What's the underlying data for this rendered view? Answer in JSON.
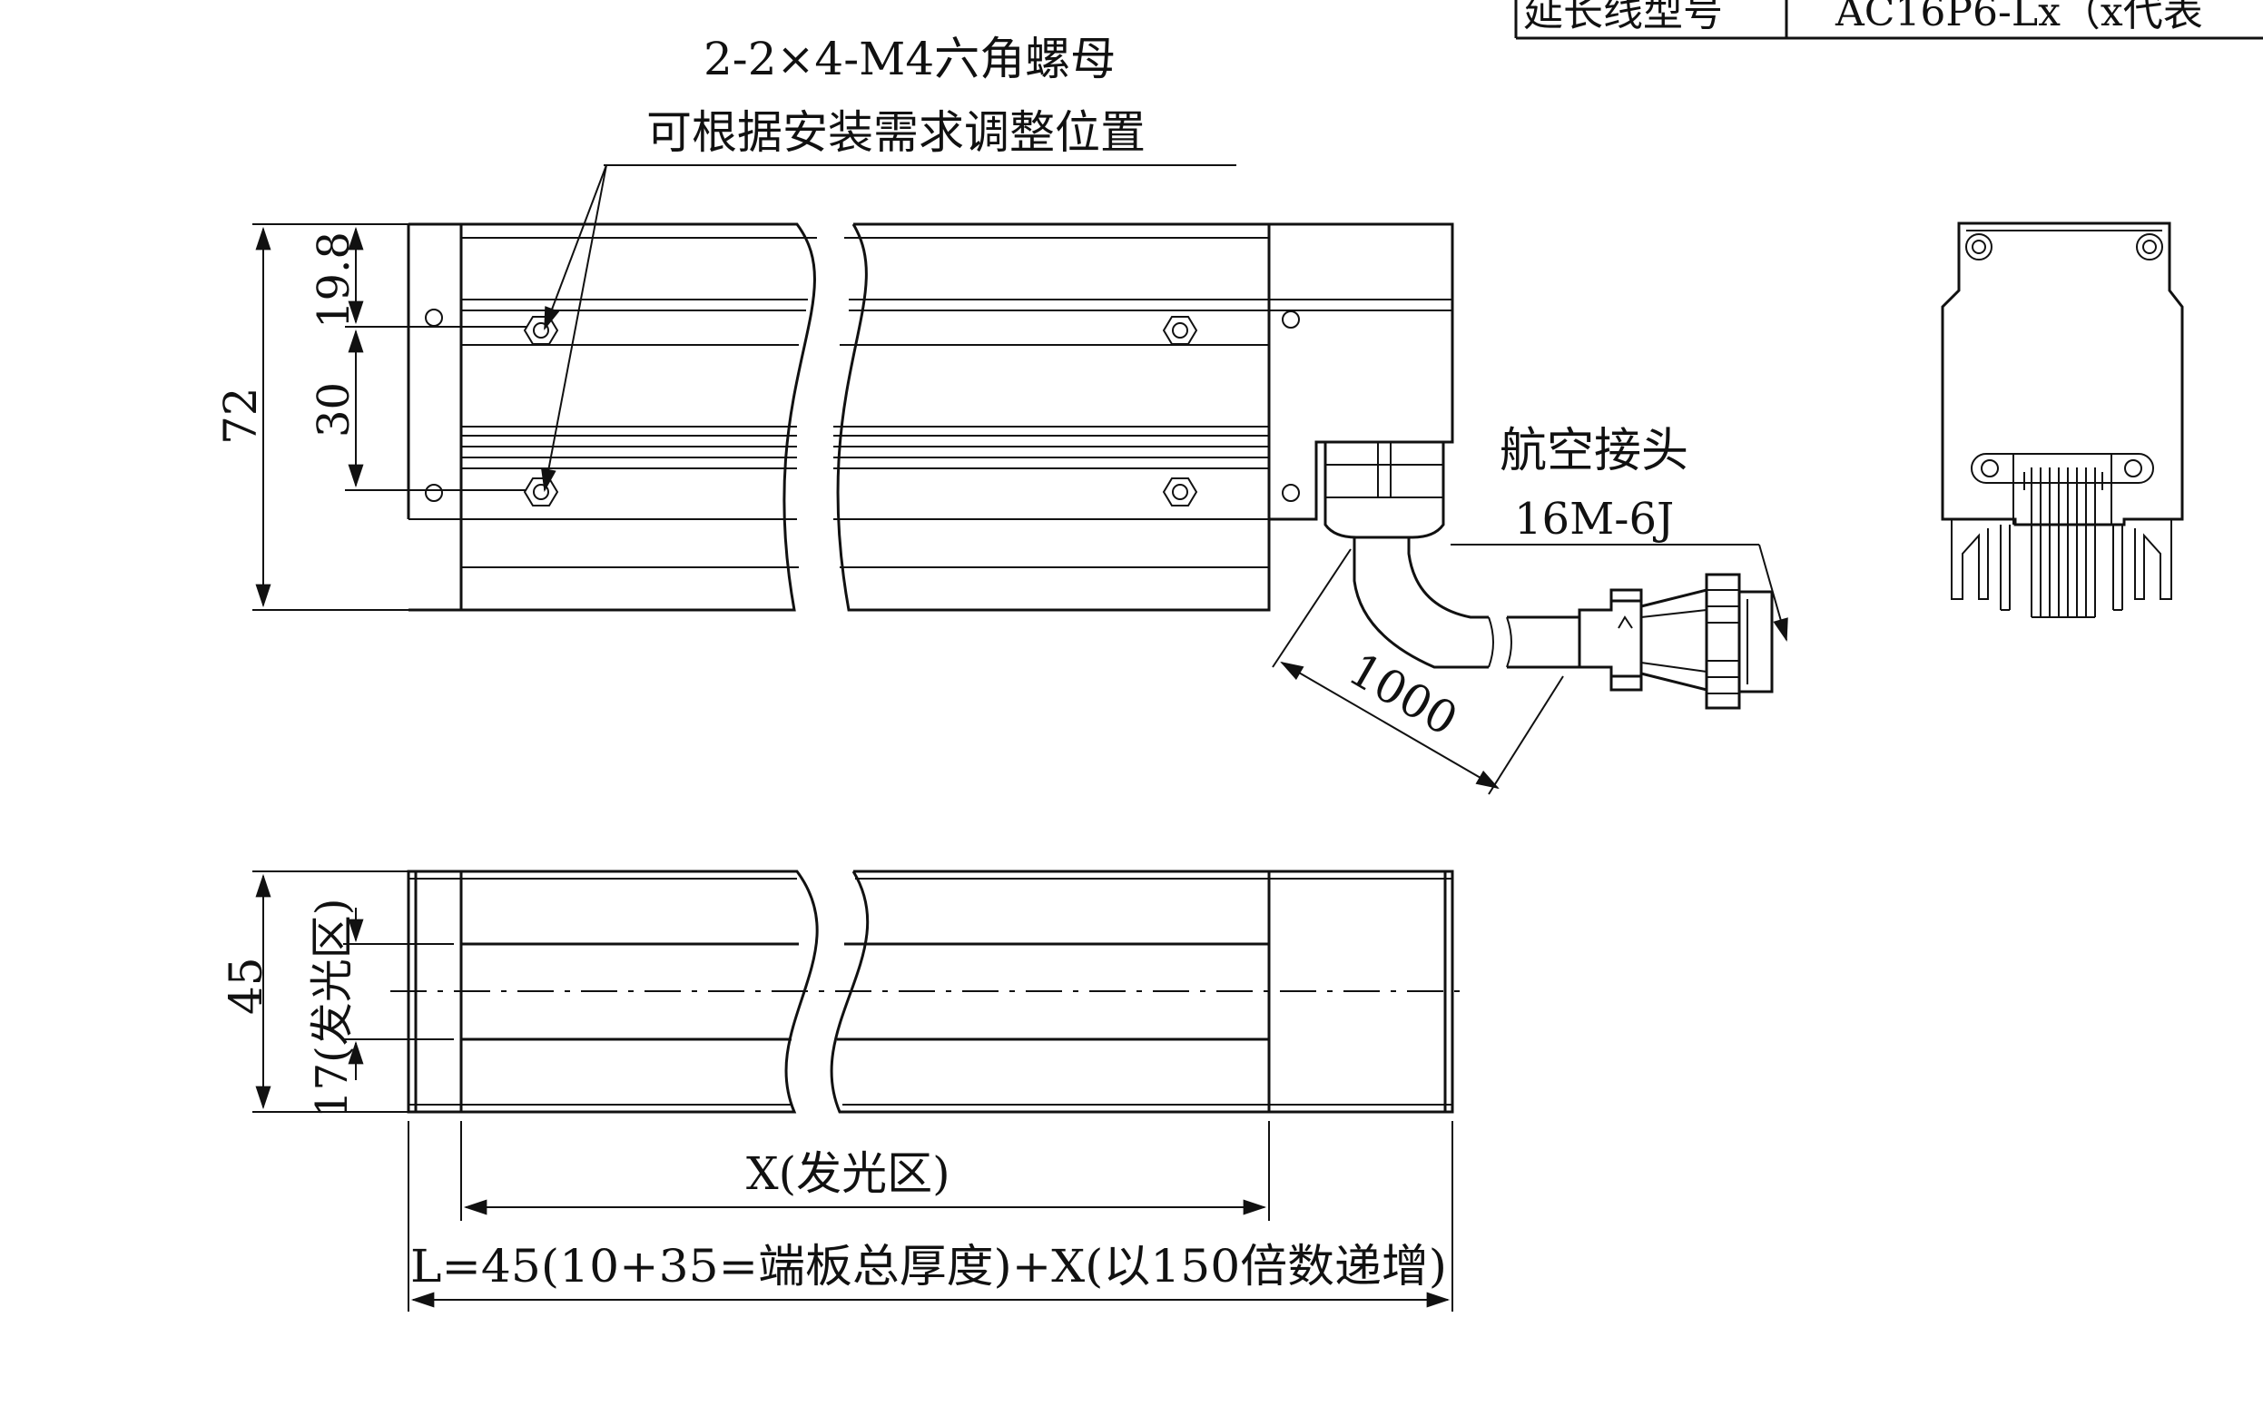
{
  "title_block": {
    "label": "延长线型号",
    "value": "AC16P6-Lx（x代表"
  },
  "annotations": {
    "nut_spec": "2-2×4-M4六角螺母",
    "nut_note": "可根据安装需求调整位置",
    "connector_name": "航空接头",
    "connector_model": "16M-6J",
    "cable_length": "1000",
    "emission_zone": "X(发光区)",
    "total_length": "L=45(10+35=端板总厚度)+X(以150倍数递增)"
  },
  "dimensions": {
    "height": "72",
    "hole_offset": "19.8",
    "hole_spacing": "30",
    "width": "45",
    "emission_width": "17(发光区)"
  },
  "colors": {
    "line": "#111111",
    "background": "#ffffff"
  }
}
